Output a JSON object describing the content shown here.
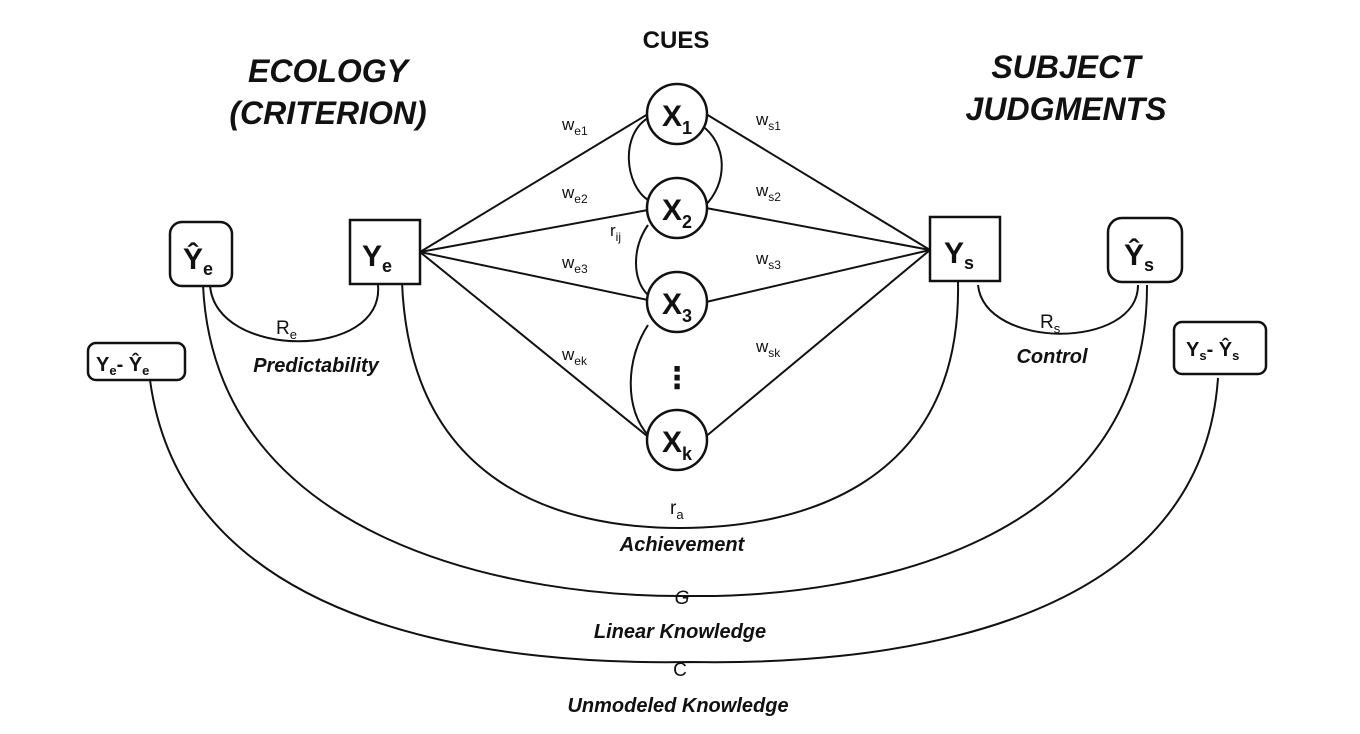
{
  "headers": {
    "ecology_line1": "ECOLOGY",
    "ecology_line2": "(CRITERION)",
    "cues": "CUES",
    "subject_line1": "SUBJECT",
    "subject_line2": "JUDGMENTS"
  },
  "cues": [
    {
      "base": "X",
      "sub": "1"
    },
    {
      "base": "X",
      "sub": "2"
    },
    {
      "base": "X",
      "sub": "3"
    },
    {
      "base": "X",
      "sub": "k"
    }
  ],
  "cue_ellipsis": "⋮",
  "cue_correlation": {
    "base": "r",
    "sub": "ij"
  },
  "ecology_weights": [
    {
      "base": "w",
      "sub": "e1"
    },
    {
      "base": "w",
      "sub": "e2"
    },
    {
      "base": "w",
      "sub": "e3"
    },
    {
      "base": "w",
      "sub": "ek"
    }
  ],
  "subject_weights": [
    {
      "base": "w",
      "sub": "s1"
    },
    {
      "base": "w",
      "sub": "s2"
    },
    {
      "base": "w",
      "sub": "s3"
    },
    {
      "base": "w",
      "sub": "sk"
    }
  ],
  "nodes": {
    "ye_hat": {
      "base": "Ŷ",
      "sub": "e"
    },
    "ye": {
      "base": "Y",
      "sub": "e"
    },
    "ys": {
      "base": "Y",
      "sub": "s"
    },
    "ys_hat": {
      "base": "Ŷ",
      "sub": "s"
    },
    "ye_resid": {
      "a": "Y",
      "a_sub": "e",
      "op": "- ",
      "b": "Ŷ",
      "b_sub": "e"
    },
    "ys_resid": {
      "a": "Y",
      "a_sub": "s",
      "op": "- ",
      "b": "Ŷ",
      "b_sub": "s"
    }
  },
  "links": {
    "re": {
      "base": "R",
      "sub": "e",
      "label": "Predictability"
    },
    "rs": {
      "base": "R",
      "sub": "s",
      "label": "Control"
    },
    "ra": {
      "base": "r",
      "sub": "a",
      "label": "Achievement"
    },
    "g": {
      "symbol": "G",
      "label": "Linear Knowledge"
    },
    "c": {
      "symbol": "C",
      "label": "Unmodeled Knowledge"
    }
  }
}
